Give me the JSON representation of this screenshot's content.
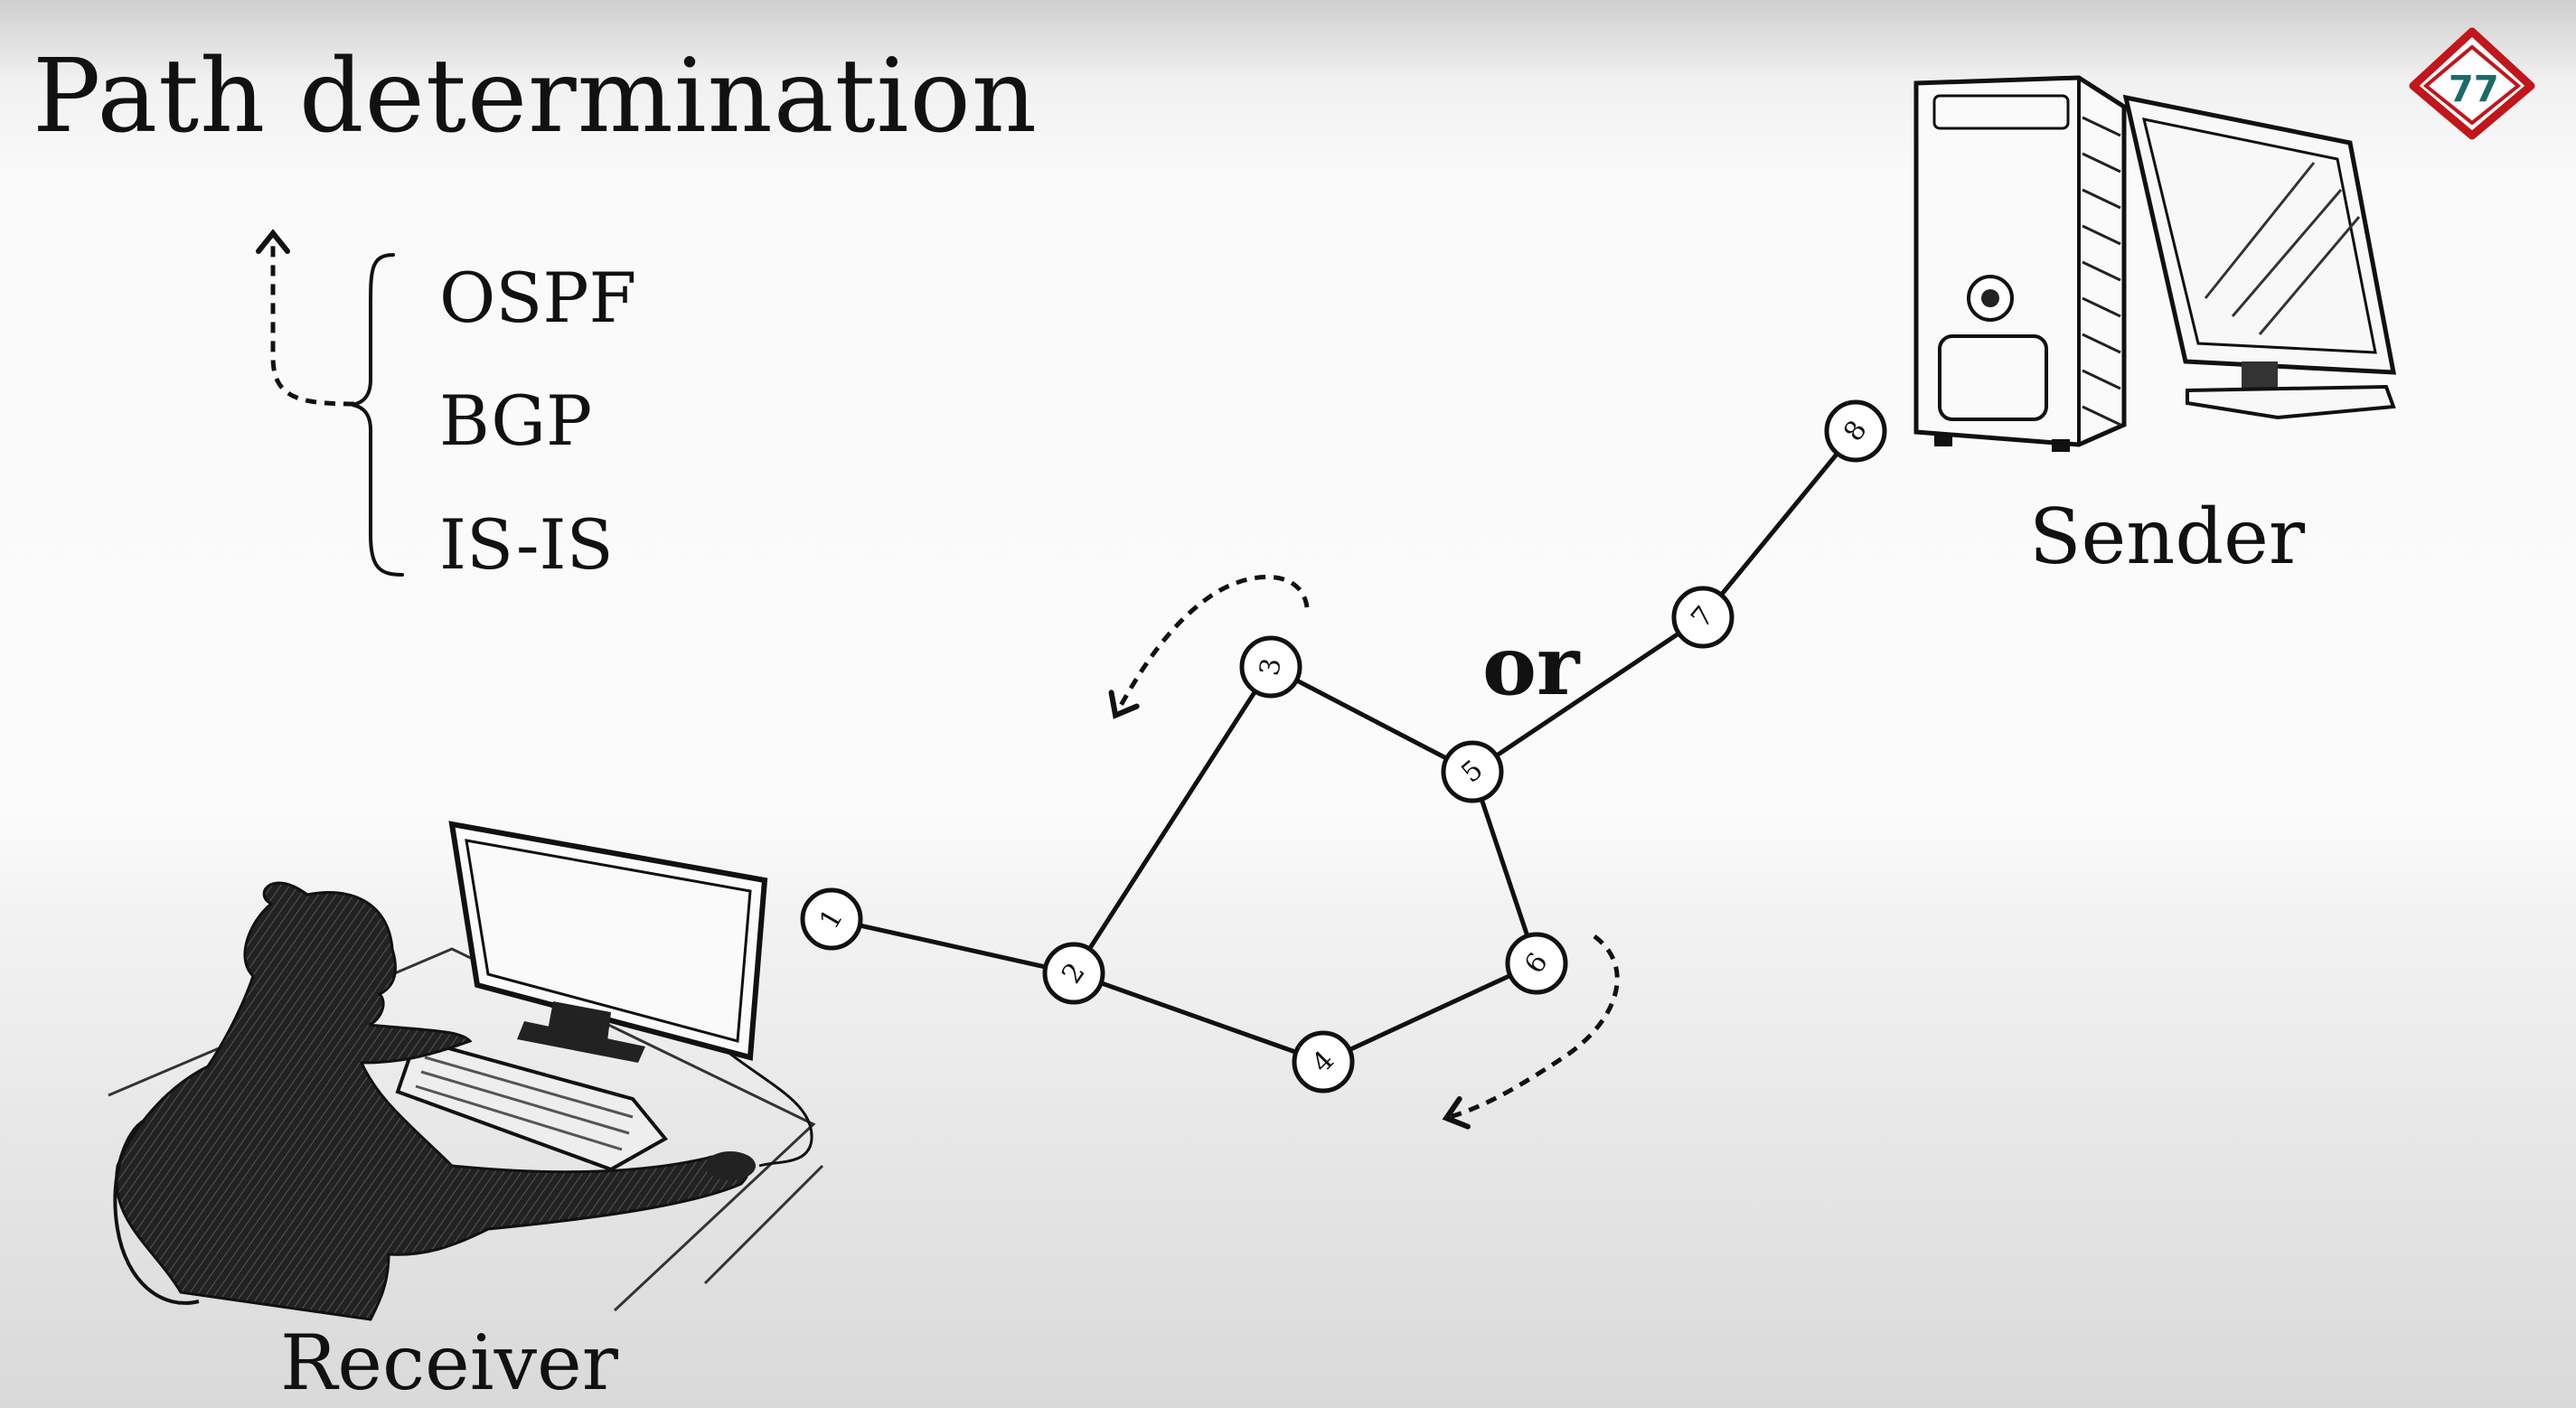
{
  "title": "Path determination",
  "protocols": [
    "OSPF",
    "BGP",
    "IS-IS"
  ],
  "or_label": "or",
  "sender_label": "Sender",
  "receiver_label": "Receiver",
  "nodes": [
    "1",
    "2",
    "3",
    "4",
    "5",
    "6",
    "7",
    "8"
  ],
  "links": [
    [
      "1",
      "2"
    ],
    [
      "2",
      "3"
    ],
    [
      "2",
      "4"
    ],
    [
      "3",
      "5"
    ],
    [
      "4",
      "6"
    ],
    [
      "5",
      "6"
    ],
    [
      "5",
      "7"
    ],
    [
      "7",
      "8"
    ]
  ],
  "colors": {
    "logo": "#c0161c",
    "ink": "#111111"
  },
  "icons": [
    "channel-logo-icon",
    "tower-computer-icon",
    "person-at-computer-icon"
  ]
}
